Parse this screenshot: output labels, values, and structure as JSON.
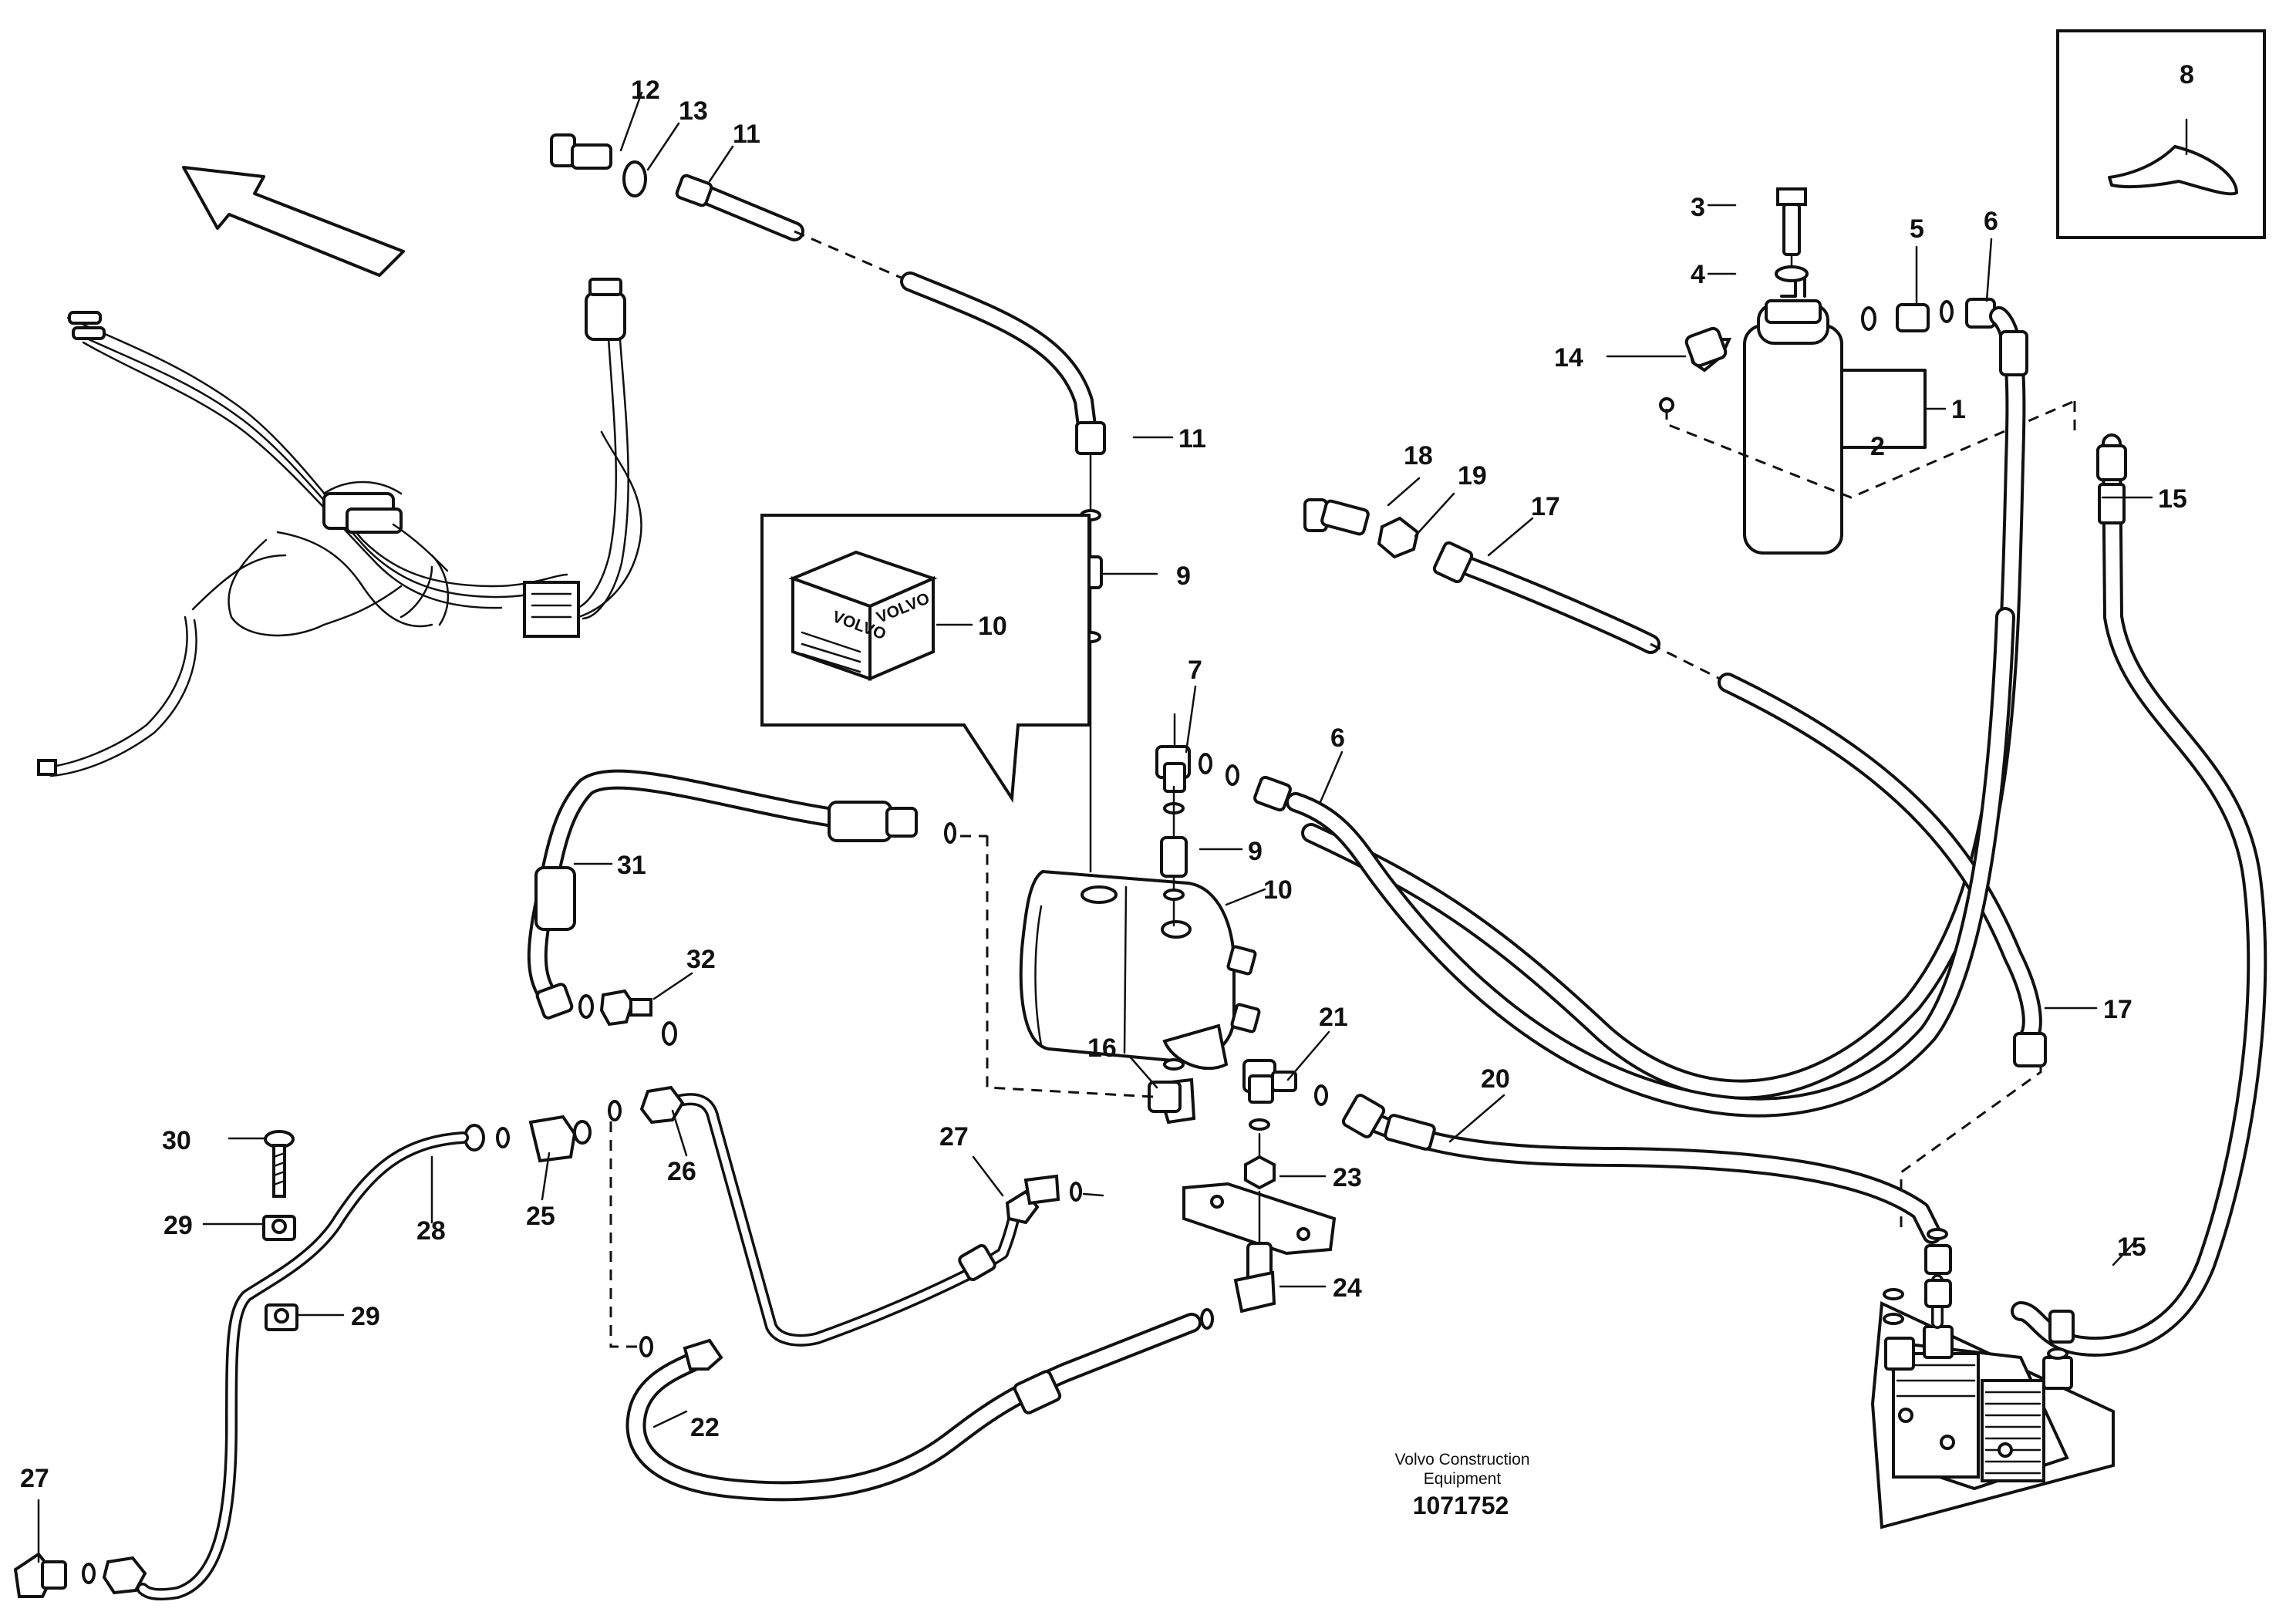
{
  "callouts": {
    "c1": "1",
    "c2": "2",
    "c3": "3",
    "c4": "4",
    "c5": "5",
    "c6a": "6",
    "c6b": "6",
    "c7": "7",
    "c8": "8",
    "c9a": "9",
    "c9b": "9",
    "c10a": "10",
    "c10b": "10",
    "c11a": "11",
    "c11b": "11",
    "c12": "12",
    "c13": "13",
    "c14": "14",
    "c15a": "15",
    "c15b": "15",
    "c16": "16",
    "c17a": "17",
    "c17b": "17",
    "c18": "18",
    "c19": "19",
    "c20": "20",
    "c21": "21",
    "c22": "22",
    "c23": "23",
    "c24": "24",
    "c25": "25",
    "c26": "26",
    "c27a": "27",
    "c27b": "27",
    "c28": "28",
    "c29a": "29",
    "c29b": "29",
    "c30": "30",
    "c31": "31",
    "c32": "32"
  },
  "footer": {
    "company_line1": "Volvo Construction",
    "company_line2": "Equipment",
    "document_number": "1071752"
  },
  "box_label": {
    "top": "VOLVO",
    "side": "VOLVO"
  }
}
